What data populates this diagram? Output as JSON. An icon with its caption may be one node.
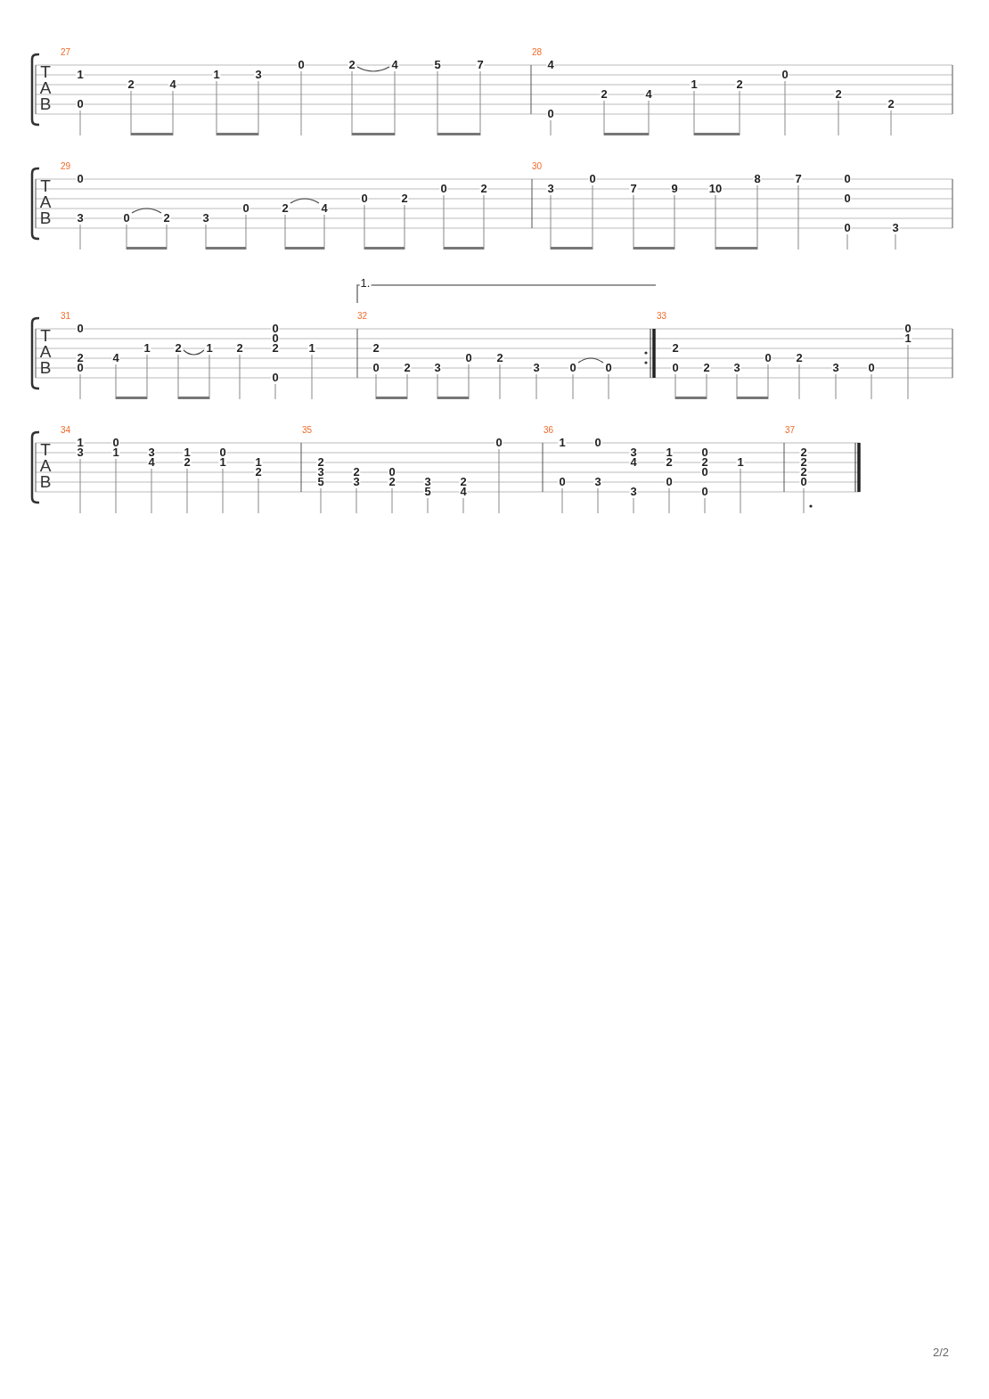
{
  "diagram": {
    "labels": [
      "T",
      "A",
      "B",
      "27",
      "1",
      "0",
      "2",
      "4",
      "1",
      "3",
      "0",
      "2",
      "4",
      "5",
      "7",
      "28",
      "4",
      "0",
      "2",
      "4",
      "1",
      "2",
      "0",
      "2",
      "2",
      "T",
      "A",
      "B",
      "29",
      "0",
      "3",
      "0",
      "2",
      "3",
      "0",
      "2",
      "4",
      "0",
      "2",
      "0",
      "2",
      "30",
      "3",
      "0",
      "7",
      "9",
      "10",
      "8",
      "7",
      "0",
      "0",
      "0",
      "3",
      "1.",
      "T",
      "A",
      "B",
      "31",
      "0",
      "2",
      "0",
      "4",
      "1",
      "2",
      "1",
      "2",
      "0",
      "0",
      "2",
      "0",
      "1",
      "32",
      "2",
      "0",
      "2",
      "3",
      "0",
      "2",
      "3",
      "0",
      "0",
      "33",
      "2",
      "0",
      "2",
      "3",
      "0",
      "2",
      "3",
      "0",
      "0",
      "1",
      "T",
      "A",
      "B",
      "34",
      "1",
      "3",
      "0",
      "1",
      "3",
      "4",
      "1",
      "2",
      "0",
      "1",
      "1",
      "2",
      "35",
      "2",
      "3",
      "5",
      "2",
      "3",
      "0",
      "2",
      "3",
      "5",
      "2",
      "4",
      "0",
      "36",
      "1",
      "0",
      "0",
      "3",
      "3",
      "4",
      "3",
      "1",
      "2",
      "0",
      "0",
      "2",
      "0",
      "0",
      "1",
      "37",
      "2",
      "2",
      "2",
      "0",
      "2/2"
    ]
  }
}
